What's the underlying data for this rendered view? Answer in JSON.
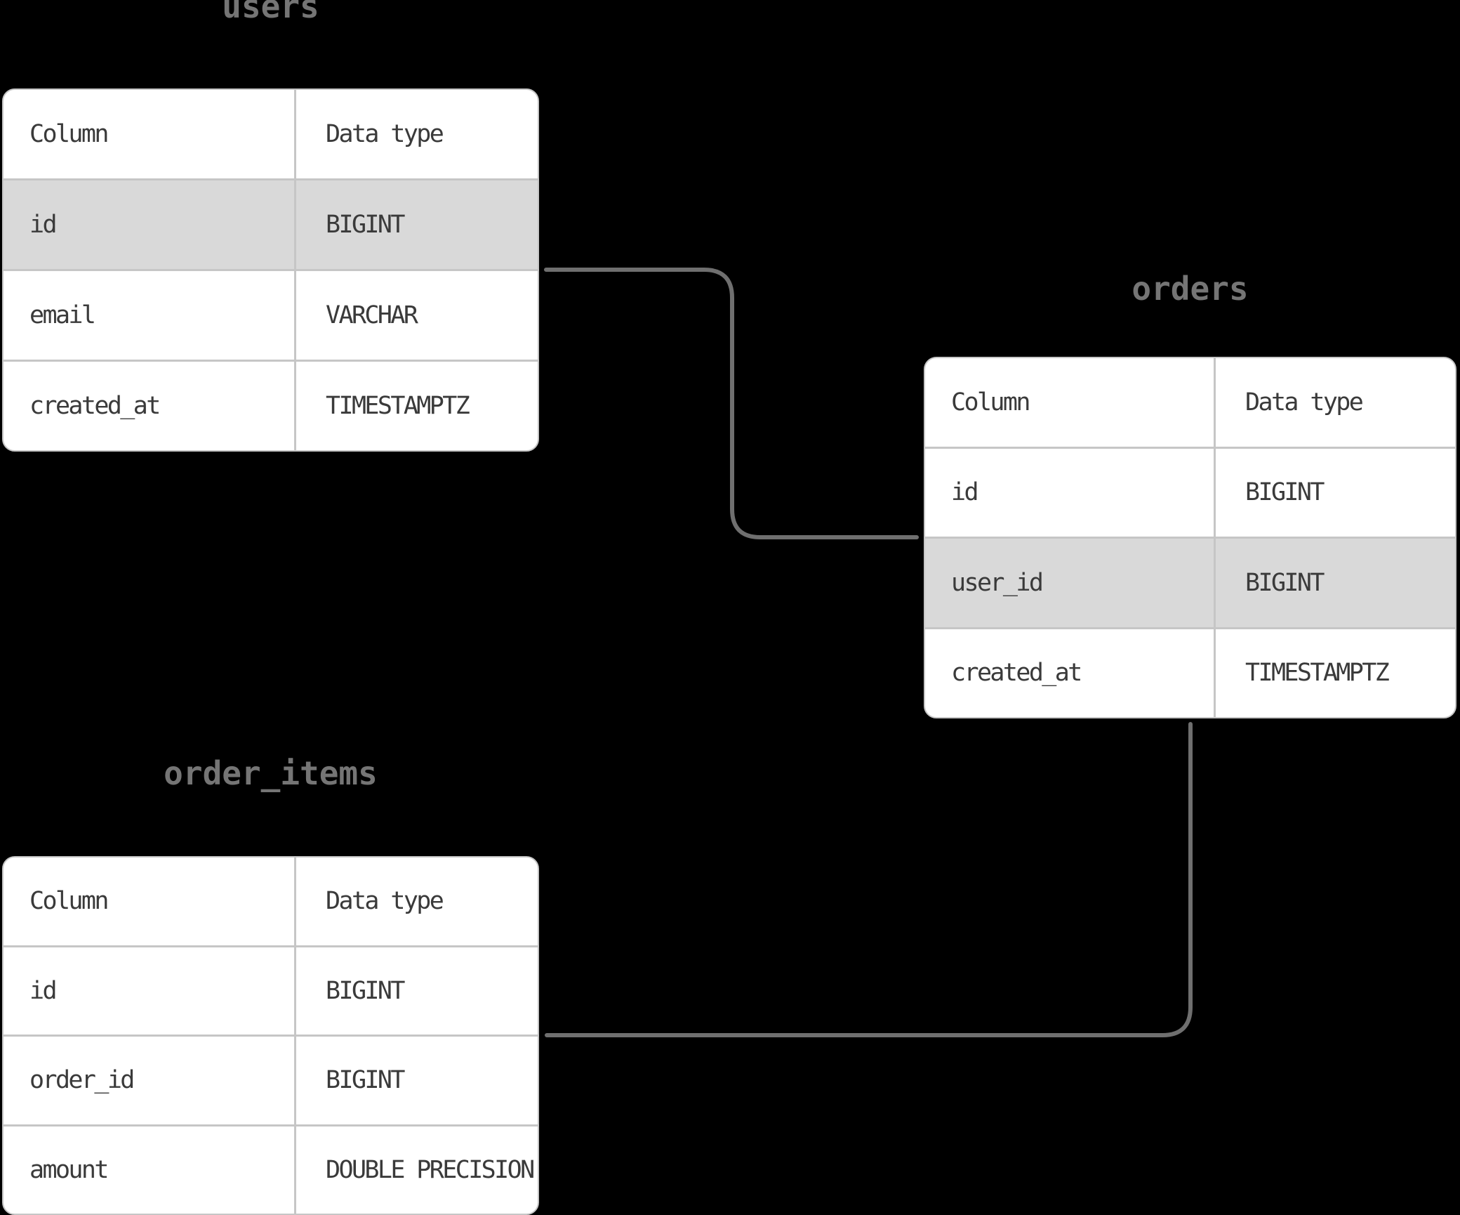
{
  "diagram": {
    "background_color": "#000000",
    "card_background": "#ffffff",
    "text_color": "#3a3a3a",
    "title_color": "#757575",
    "divider_color": "#c6c6c6",
    "row_highlight_color": "#d9d9d9",
    "connector_color": "#6f6f6f",
    "tables": [
      {
        "name": "users",
        "header": [
          "Column",
          "Data type"
        ],
        "rows": [
          {
            "column": "id",
            "type": "BIGINT",
            "highlight": true
          },
          {
            "column": "email",
            "type": "VARCHAR",
            "highlight": false
          },
          {
            "column": "created_at",
            "type": "TIMESTAMPTZ",
            "highlight": false
          }
        ]
      },
      {
        "name": "orders",
        "header": [
          "Column",
          "Data type"
        ],
        "rows": [
          {
            "column": "id",
            "type": "BIGINT",
            "highlight": false
          },
          {
            "column": "user_id",
            "type": "BIGINT",
            "highlight": true
          },
          {
            "column": "created_at",
            "type": "TIMESTAMPTZ",
            "highlight": false
          }
        ]
      },
      {
        "name": "order_items",
        "header": [
          "Column",
          "Data type"
        ],
        "rows": [
          {
            "column": "id",
            "type": "BIGINT",
            "highlight": false
          },
          {
            "column": "order_id",
            "type": "BIGINT",
            "highlight": false
          },
          {
            "column": "amount",
            "type": "DOUBLE PRECISION",
            "highlight": false
          }
        ]
      }
    ],
    "relations": [
      {
        "from_table": "users",
        "from_column": "id",
        "to_table": "orders",
        "to_column": "user_id"
      },
      {
        "from_table": "orders",
        "from_column": "id",
        "to_table": "order_items",
        "to_column": "order_id"
      }
    ]
  }
}
